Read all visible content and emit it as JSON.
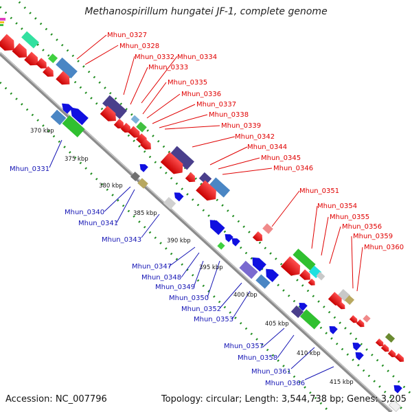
{
  "title": "Methanospirillum hungatei JF-1, complete genome",
  "footer": {
    "accession": "Accession: NC_007796",
    "topology": "Topology: circular; Length: 3,544,738 bp; Genes: 3,205"
  },
  "colors": {
    "forward_label": "#e00000",
    "reverse_label": "#1414b4",
    "backbone": "#8c8c8c",
    "ticks": "#1e8c1e"
  },
  "kbp_labels": [
    "370 kbp",
    "375 kbp",
    "380 kbp",
    "385 kbp",
    "390 kbp",
    "395 kbp",
    "400 kbp",
    "405 kbp",
    "410 kbp",
    "415 kbp"
  ],
  "forward_genes": [
    "Mhun_0327",
    "Mhun_0328",
    "Mhun_0332",
    "Mhun_0334",
    "Mhun_0333",
    "Mhun_0335",
    "Mhun_0336",
    "Mhun_0337",
    "Mhun_0338",
    "Mhun_0339",
    "Mhun_0342",
    "Mhun_0344",
    "Mhun_0345",
    "Mhun_0346",
    "Mhun_0351",
    "Mhun_0354",
    "Mhun_0355",
    "Mhun_0356",
    "Mhun_0359",
    "Mhun_0360"
  ],
  "reverse_genes": [
    "Mhun_0331",
    "Mhun_0340",
    "Mhun_0341",
    "Mhun_0343",
    "Mhun_0347",
    "Mhun_0348",
    "Mhun_0349",
    "Mhun_0350",
    "Mhun_0352",
    "Mhun_0353",
    "Mhun_0357",
    "Mhun_0358",
    "Mhun_0361",
    "Mhun_0366"
  ]
}
